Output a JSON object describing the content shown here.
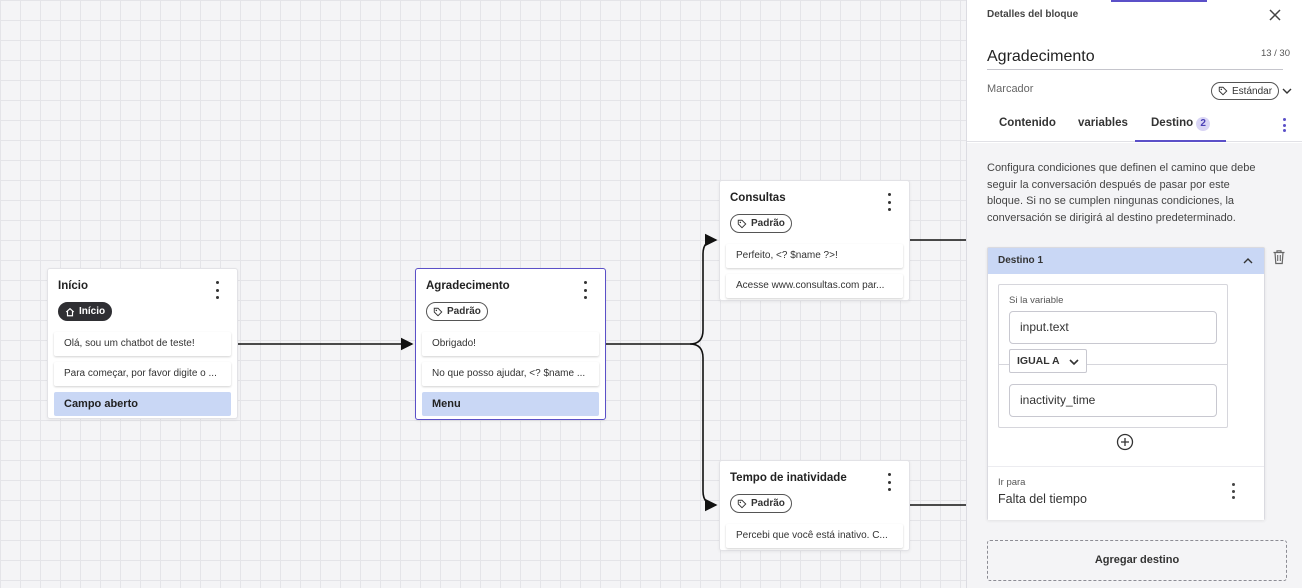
{
  "flow": {
    "nodes": [
      {
        "id": "inicio",
        "title": "Início",
        "tag": "Início",
        "messages": [
          "Olá, sou um chatbot de teste!",
          "Para começar, por favor digite o ..."
        ],
        "field": "Campo aberto"
      },
      {
        "id": "agradecimento",
        "title": "Agradecimento",
        "tag": "Padrão",
        "messages": [
          "Obrigado!",
          "No que posso ajudar, <? $name ..."
        ],
        "field": "Menu"
      },
      {
        "id": "consultas",
        "title": "Consultas",
        "tag": "Padrão",
        "messages": [
          "Perfeito, <? $name ?>!",
          "Acesse www.consultas.com par..."
        ]
      },
      {
        "id": "inatividade",
        "title": "Tempo de inatividade",
        "tag": "Padrão",
        "messages": [
          "Percebi que você está inativo. C..."
        ]
      }
    ]
  },
  "panel": {
    "header": "Detalles del bloque",
    "block_name": "Agradecimento",
    "name_counter": "13 / 30",
    "marker_label": "Marcador",
    "marker_value": "Estándar",
    "tabs": [
      {
        "label": "Contenido"
      },
      {
        "label": "variables"
      },
      {
        "label": "Destino",
        "badge": "2"
      }
    ],
    "description": "Configura condiciones que definen el camino que debe seguir la conversación después de pasar por este bloque. Si no se cumplen ningunas condiciones, la conversación se dirigirá al destino predeterminado.",
    "destination": {
      "title": "Destino 1",
      "condition_label": "Si la variable",
      "variable": "input.text",
      "operator": "IGUAL A",
      "value": "inactivity_time",
      "goto_label": "Ir para",
      "goto_value": "Falta del tiempo"
    },
    "add_destination": "Agregar destino"
  }
}
